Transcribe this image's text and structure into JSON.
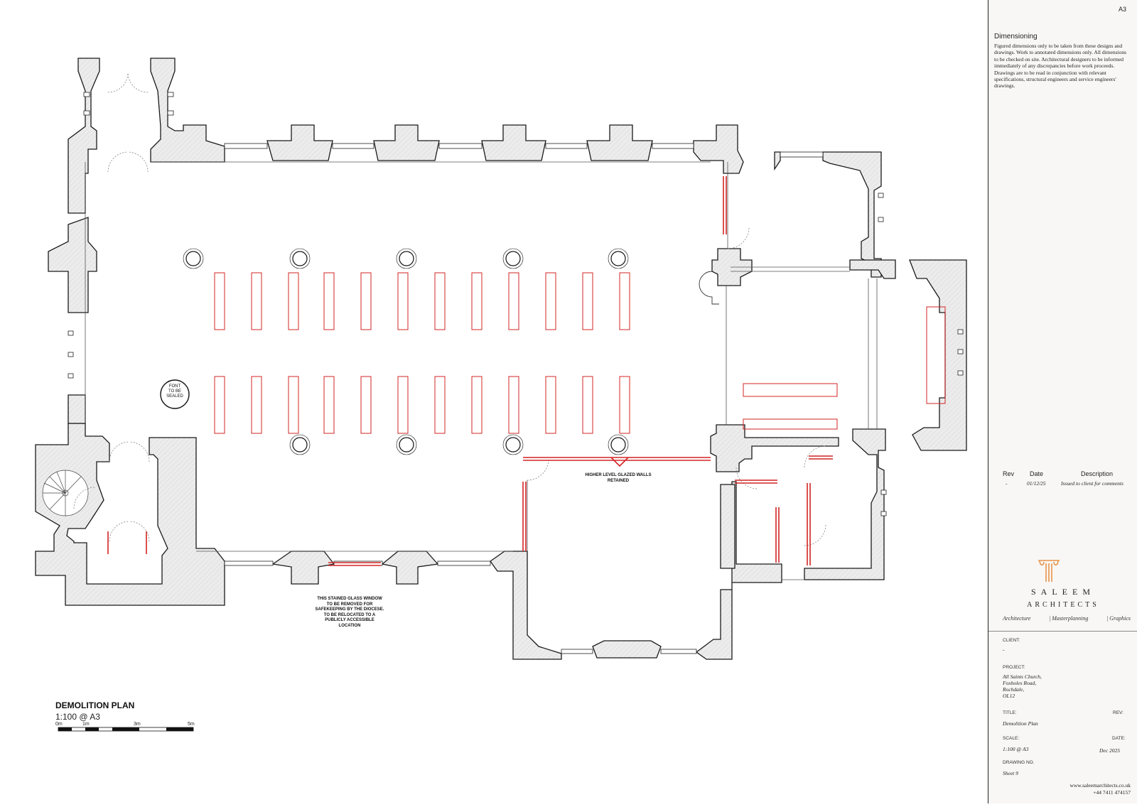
{
  "sheet": {
    "size": "A3"
  },
  "notes": {
    "heading": "Dimensioning",
    "body": "Figured dimensions only to be taken from these designs and drawings. Work to annotated dimensions only. All dimensions to be checked on site. Architectural designers to be informed immediately of any discrepancies before work proceeds. Drawings are to be read in conjunction with relevant specifications, structural engineers and service engineers' drawings."
  },
  "revisions": {
    "headers": {
      "rev": "Rev",
      "date": "Date",
      "description": "Description"
    },
    "rows": [
      {
        "rev": "-",
        "date": "01/12/25",
        "description": "Issued to client for comments"
      }
    ]
  },
  "brand": {
    "name": "SALEEM",
    "subtitle": "ARCHITECTS",
    "services": [
      "Architecture",
      "| Masterplanning",
      "| Graphics"
    ]
  },
  "client": {
    "label": "CLIENT:",
    "value": "-"
  },
  "project": {
    "label": "PROJECT:",
    "lines": [
      "All Saints Church,",
      "Foxholes Road,",
      "Rochdale,",
      "OL12"
    ]
  },
  "title_field": {
    "label": "TITLE:",
    "value": "Demolition Plan"
  },
  "rev_field": {
    "label": "REV:"
  },
  "scale_field": {
    "label": "SCALE:",
    "value": "1:100 @ A3"
  },
  "date_field": {
    "label": "DATE:",
    "value": "Dec 2025"
  },
  "drawing_field": {
    "label": "DRAWING NO.",
    "value": "Sheet 9"
  },
  "contact": {
    "web": "www.saleemarchitects.co.uk",
    "phone": "+44 7411 474157"
  },
  "plan": {
    "title": "DEMOLITION PLAN",
    "scale": "1:100 @ A3",
    "scalebar": [
      "0m",
      "1m",
      "3m",
      "5m"
    ],
    "font_note": [
      "FONT",
      "TO BE",
      "SEALED"
    ],
    "glazed_note": [
      "HIGHER LEVEL GLAZED WALLS",
      "RETAINED"
    ],
    "window_note": [
      "THIS STAINED GLASS WINDOW",
      "TO BE REMOVED FOR",
      "SAFEKEEPING BY THE DIOCESE.",
      "TO BE RELOCATED TO A",
      "PUBLICLY ACCESSIBLE",
      "LOCATION"
    ],
    "colors": {
      "wall_fill": "#e9e9e9",
      "wall_stroke": "#1a1a1a",
      "demolition": "#d32424",
      "accent": "#e8934a"
    }
  }
}
